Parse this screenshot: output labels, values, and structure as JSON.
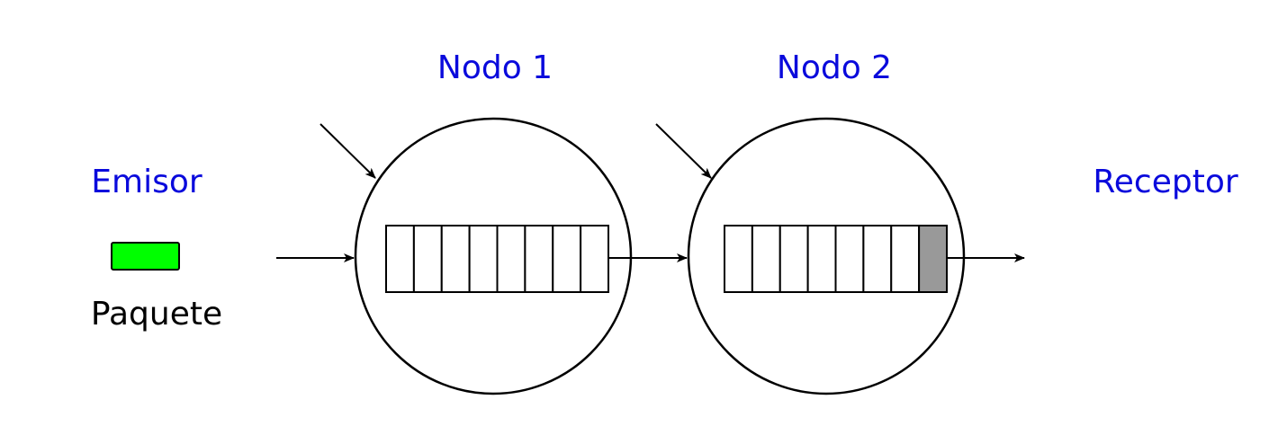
{
  "labels": {
    "sender": "Emisor",
    "packet": "Paquete",
    "node1": "Nodo 1",
    "node2": "Nodo 2",
    "receiver": "Receptor"
  },
  "colors": {
    "label_blue": "#0a0adc",
    "packet_green": "#00ff00",
    "occupied_slot": "#999999",
    "empty_slot": "#ffffff",
    "stroke": "#000000"
  },
  "nodes": [
    {
      "name": "node1",
      "slots": 8,
      "occupied": []
    },
    {
      "name": "node2",
      "slots": 8,
      "occupied": [
        7
      ]
    }
  ]
}
